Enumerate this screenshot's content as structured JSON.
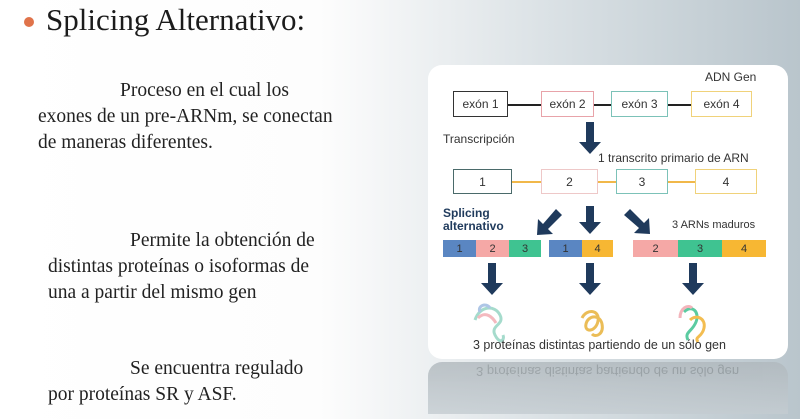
{
  "title": "Splicing Alternativo:",
  "paragraphs": [
    [
      "Proceso en el cual los",
      "exones de un pre-ARNm, se conectan",
      "de maneras diferentes."
    ],
    [
      "Permite la obtención de",
      "distintas proteínas o isoformas de",
      "una a partir del mismo gen"
    ],
    [
      "Se encuentra regulado",
      "por proteínas SR y ASF."
    ]
  ],
  "diagram": {
    "gene_label": "ADN Gen",
    "exons": [
      "exón 1",
      "exón 2",
      "exón 3",
      "exón 4"
    ],
    "transcription_label": "Transcripción",
    "primary_transcript_label": "1 transcrito primario de ARN",
    "transcript_boxes": [
      "1",
      "2",
      "3",
      "4"
    ],
    "splicing_label": [
      "Splicing",
      "alternativo"
    ],
    "mature_label": "3 ARNs maduros",
    "mrna_1": [
      "1",
      "2",
      "3"
    ],
    "mrna_2": [
      "1",
      "4"
    ],
    "mrna_3": [
      "2",
      "3",
      "4"
    ],
    "caption": "3 proteínas distintas partiendo de un sólo gen",
    "colors": {
      "1": "#5a86c2",
      "2": "#f5a8a6",
      "3": "#3fc391",
      "4": "#f7b733",
      "arrow": "#1f3a5c"
    }
  }
}
